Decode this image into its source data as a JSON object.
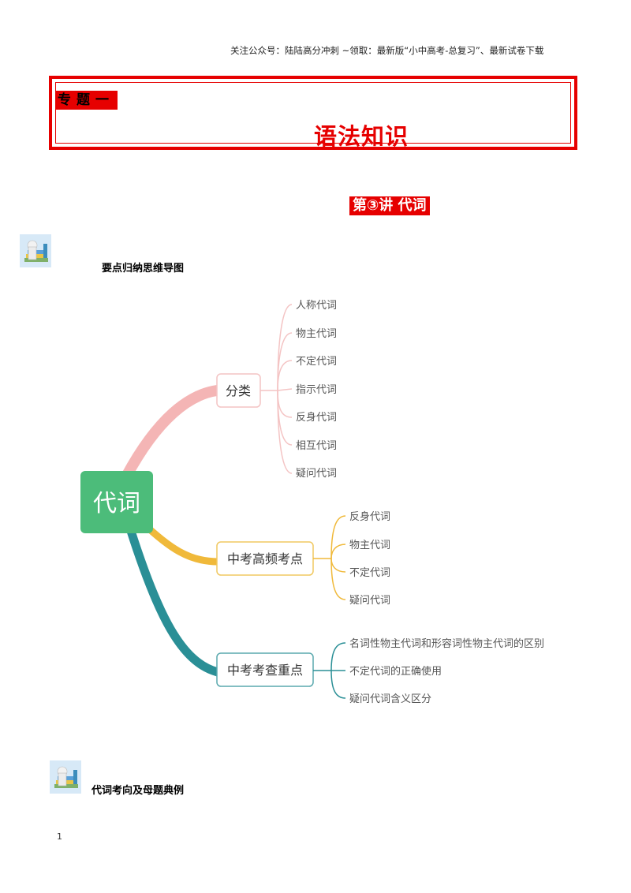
{
  "header": {
    "note": "关注公众号：陆陆高分冲刺  ~领取：最新版“小中高考-总复习”、最新试卷下载"
  },
  "title_box": {
    "topic_label": "专题一",
    "main_title": "语法知识"
  },
  "lecture": {
    "label": "第③讲 代词"
  },
  "sections": [
    {
      "title": "要点归纳思维导图",
      "icon": "books-icon"
    },
    {
      "title": "代词考向及母题典例",
      "icon": "books-icon"
    }
  ],
  "mind_map": {
    "root": "代词",
    "branches": [
      {
        "label": "分类",
        "color": "#f4b5b5",
        "children": [
          "人称代词",
          "物主代词",
          "不定代词",
          "指示代词",
          "反身代词",
          "相互代词",
          "疑问代词"
        ]
      },
      {
        "label": "中考高频考点",
        "color": "#f0b93a",
        "children": [
          "反身代词",
          "物主代词",
          "不定代词",
          "疑问代词"
        ]
      },
      {
        "label": "中考考查重点",
        "color": "#2a8f96",
        "children": [
          "名词性物主代词和形容词性物主代词的区别",
          "不定代词的正确使用",
          "疑问代词含义区分"
        ]
      }
    ],
    "root_color": "#4cbc7a"
  },
  "page_number": "1"
}
